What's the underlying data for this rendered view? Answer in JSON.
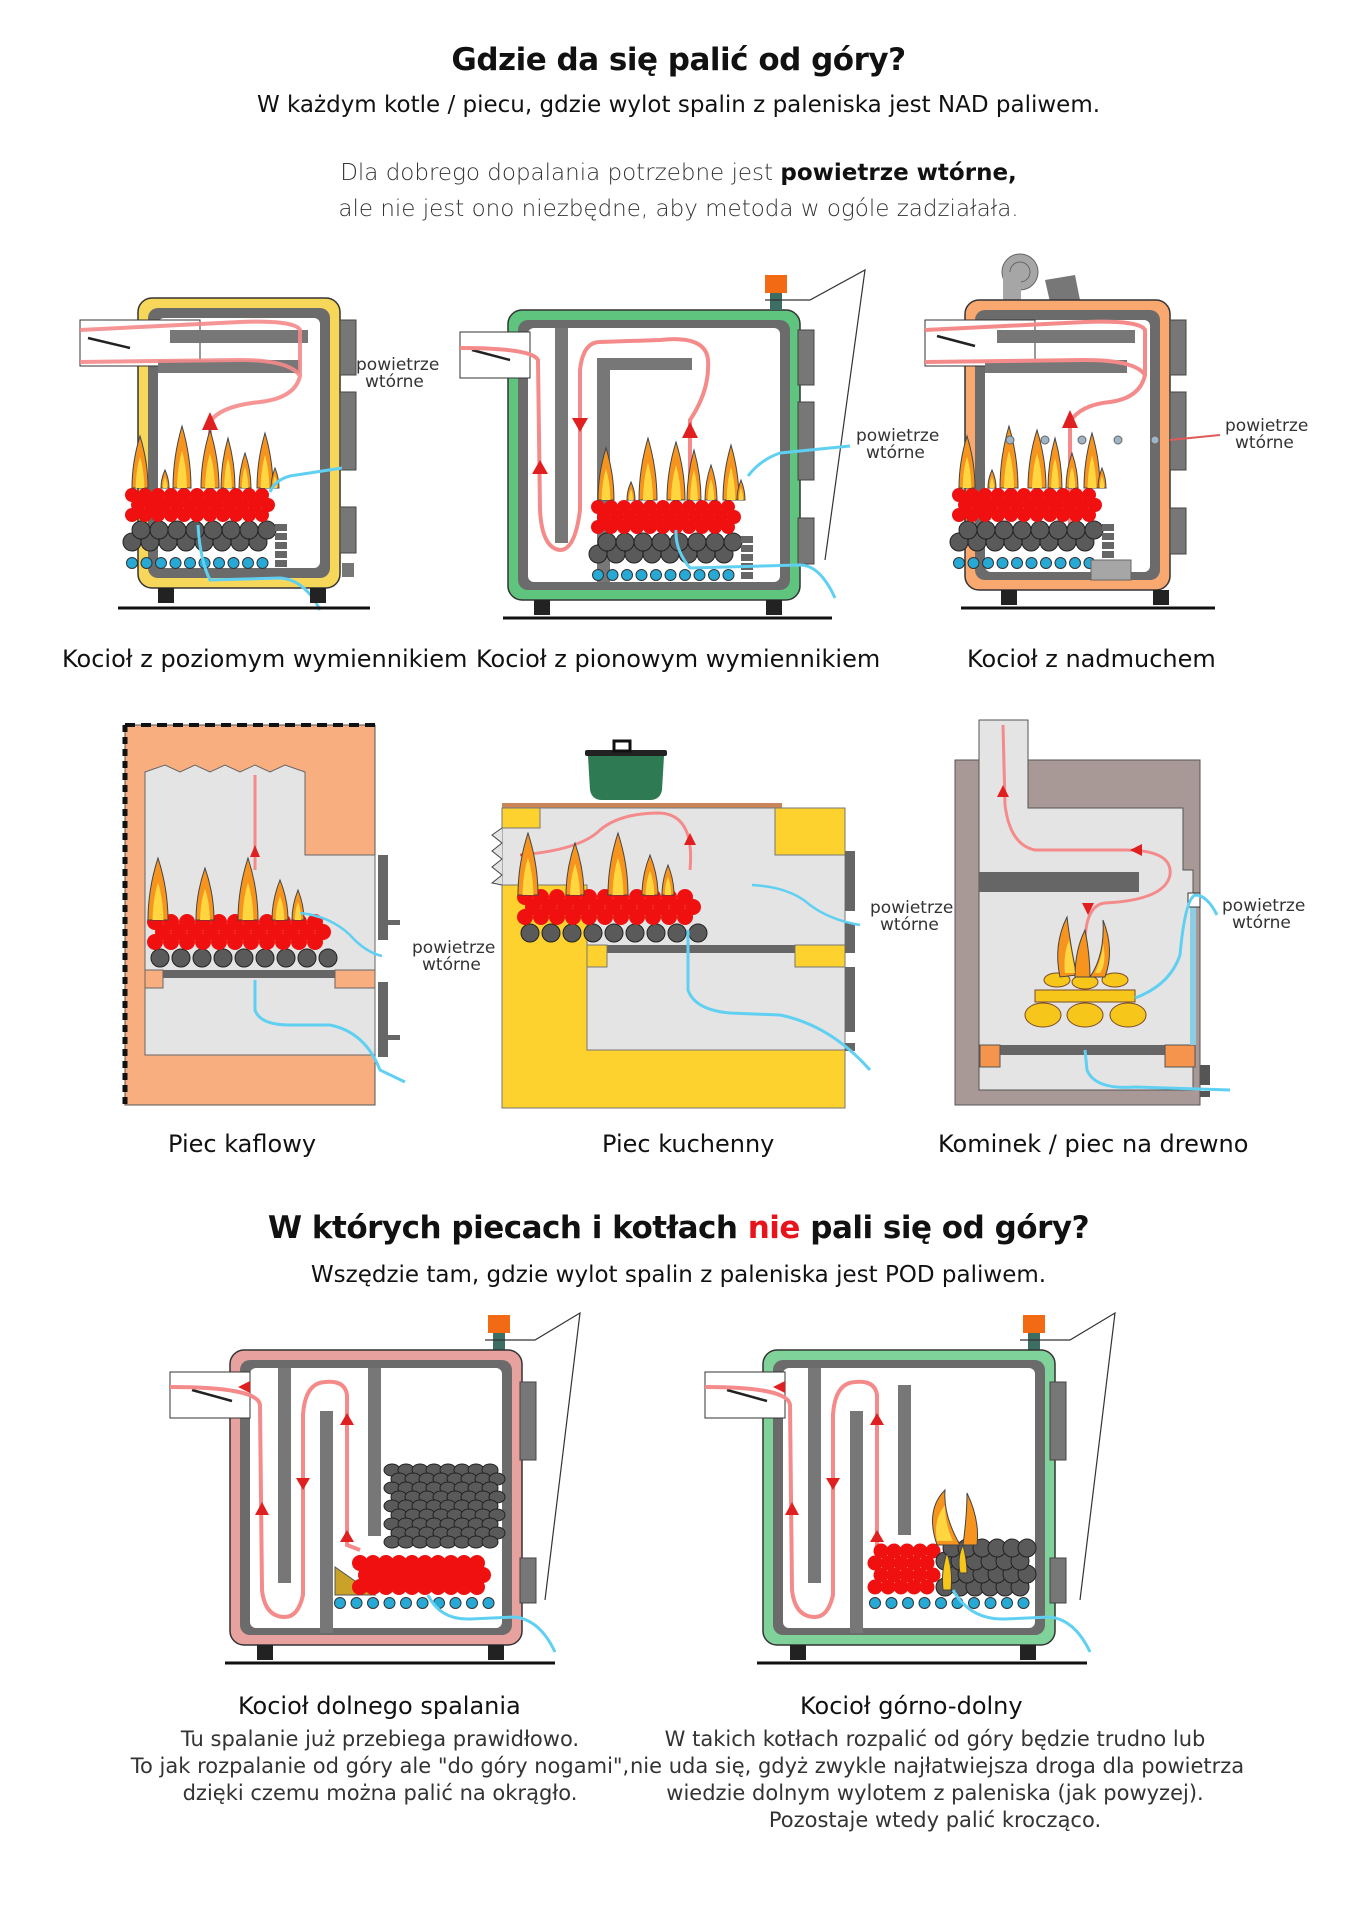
{
  "section1": {
    "title": "Gdzie da się palić od góry?",
    "subtitle": "W każdym kotle / piecu, gdzie wylot spalin z paleniska jest NAD paliwem.",
    "note_line1_prefix": "Dla dobrego dopalania potrzebne jest ",
    "note_line1_bold": "powietrze wtórne,",
    "note_line2": "ale nie jest ono niezbędne, aby metoda w ogóle zadziałała."
  },
  "air_label_line1": "powietrze",
  "air_label_line2": "wtórne",
  "diagrams_row1": [
    {
      "caption": "Kocioł z poziomym wymiennikiem",
      "jacket_color": "#f6d75a"
    },
    {
      "caption": "Kocioł z pionowym wymiennikiem",
      "jacket_color": "#5fc47e"
    },
    {
      "caption": "Kocioł z nadmuchem",
      "jacket_color": "#f9a870"
    }
  ],
  "diagrams_row2": [
    {
      "caption": "Piec kaflowy",
      "body_color": "#f9ae7f"
    },
    {
      "caption": "Piec kuchenny",
      "body_color": "#fdd22e"
    },
    {
      "caption": "Kominek / piec na drewno",
      "body_color": "#a89996"
    }
  ],
  "section2": {
    "title_prefix": "W których piecach i kotłach ",
    "title_highlight": "nie",
    "title_suffix": " pali się od góry?",
    "highlight_color": "#e8141c",
    "subtitle": "Wszędzie tam, gdzie wylot spalin z paleniska jest POD paliwem."
  },
  "diagrams_row3": [
    {
      "caption": "Kocioł dolnego spalania",
      "jacket_color": "#e7a2a0",
      "description": [
        "Tu spalanie już przebiega prawidłowo.",
        "To jak rozpalanie od góry ale \"do góry nogami\",",
        "dzięki czemu można palić na okrągło."
      ]
    },
    {
      "caption": "Kocioł górno-dolny",
      "jacket_color": "#7fd39a",
      "description": [
        "W takich kotłach rozpalić od góry będzie trudno lub",
        "nie uda się, gdyż zwykle najłatwiejsza droga dla powietrza",
        "wiedzie dolnym wylotem z paleniska (jak powyzej).",
        "Pozostaje wtedy palić krocząco."
      ]
    }
  ],
  "colors": {
    "flue_gas": "#f58a8a",
    "air": "#5fd0f2",
    "ember": "#f01010",
    "coal": "#5a5a5a",
    "grate": "#27a9d6",
    "flame_outer": "#f7941d",
    "flame_inner": "#ffd640"
  }
}
